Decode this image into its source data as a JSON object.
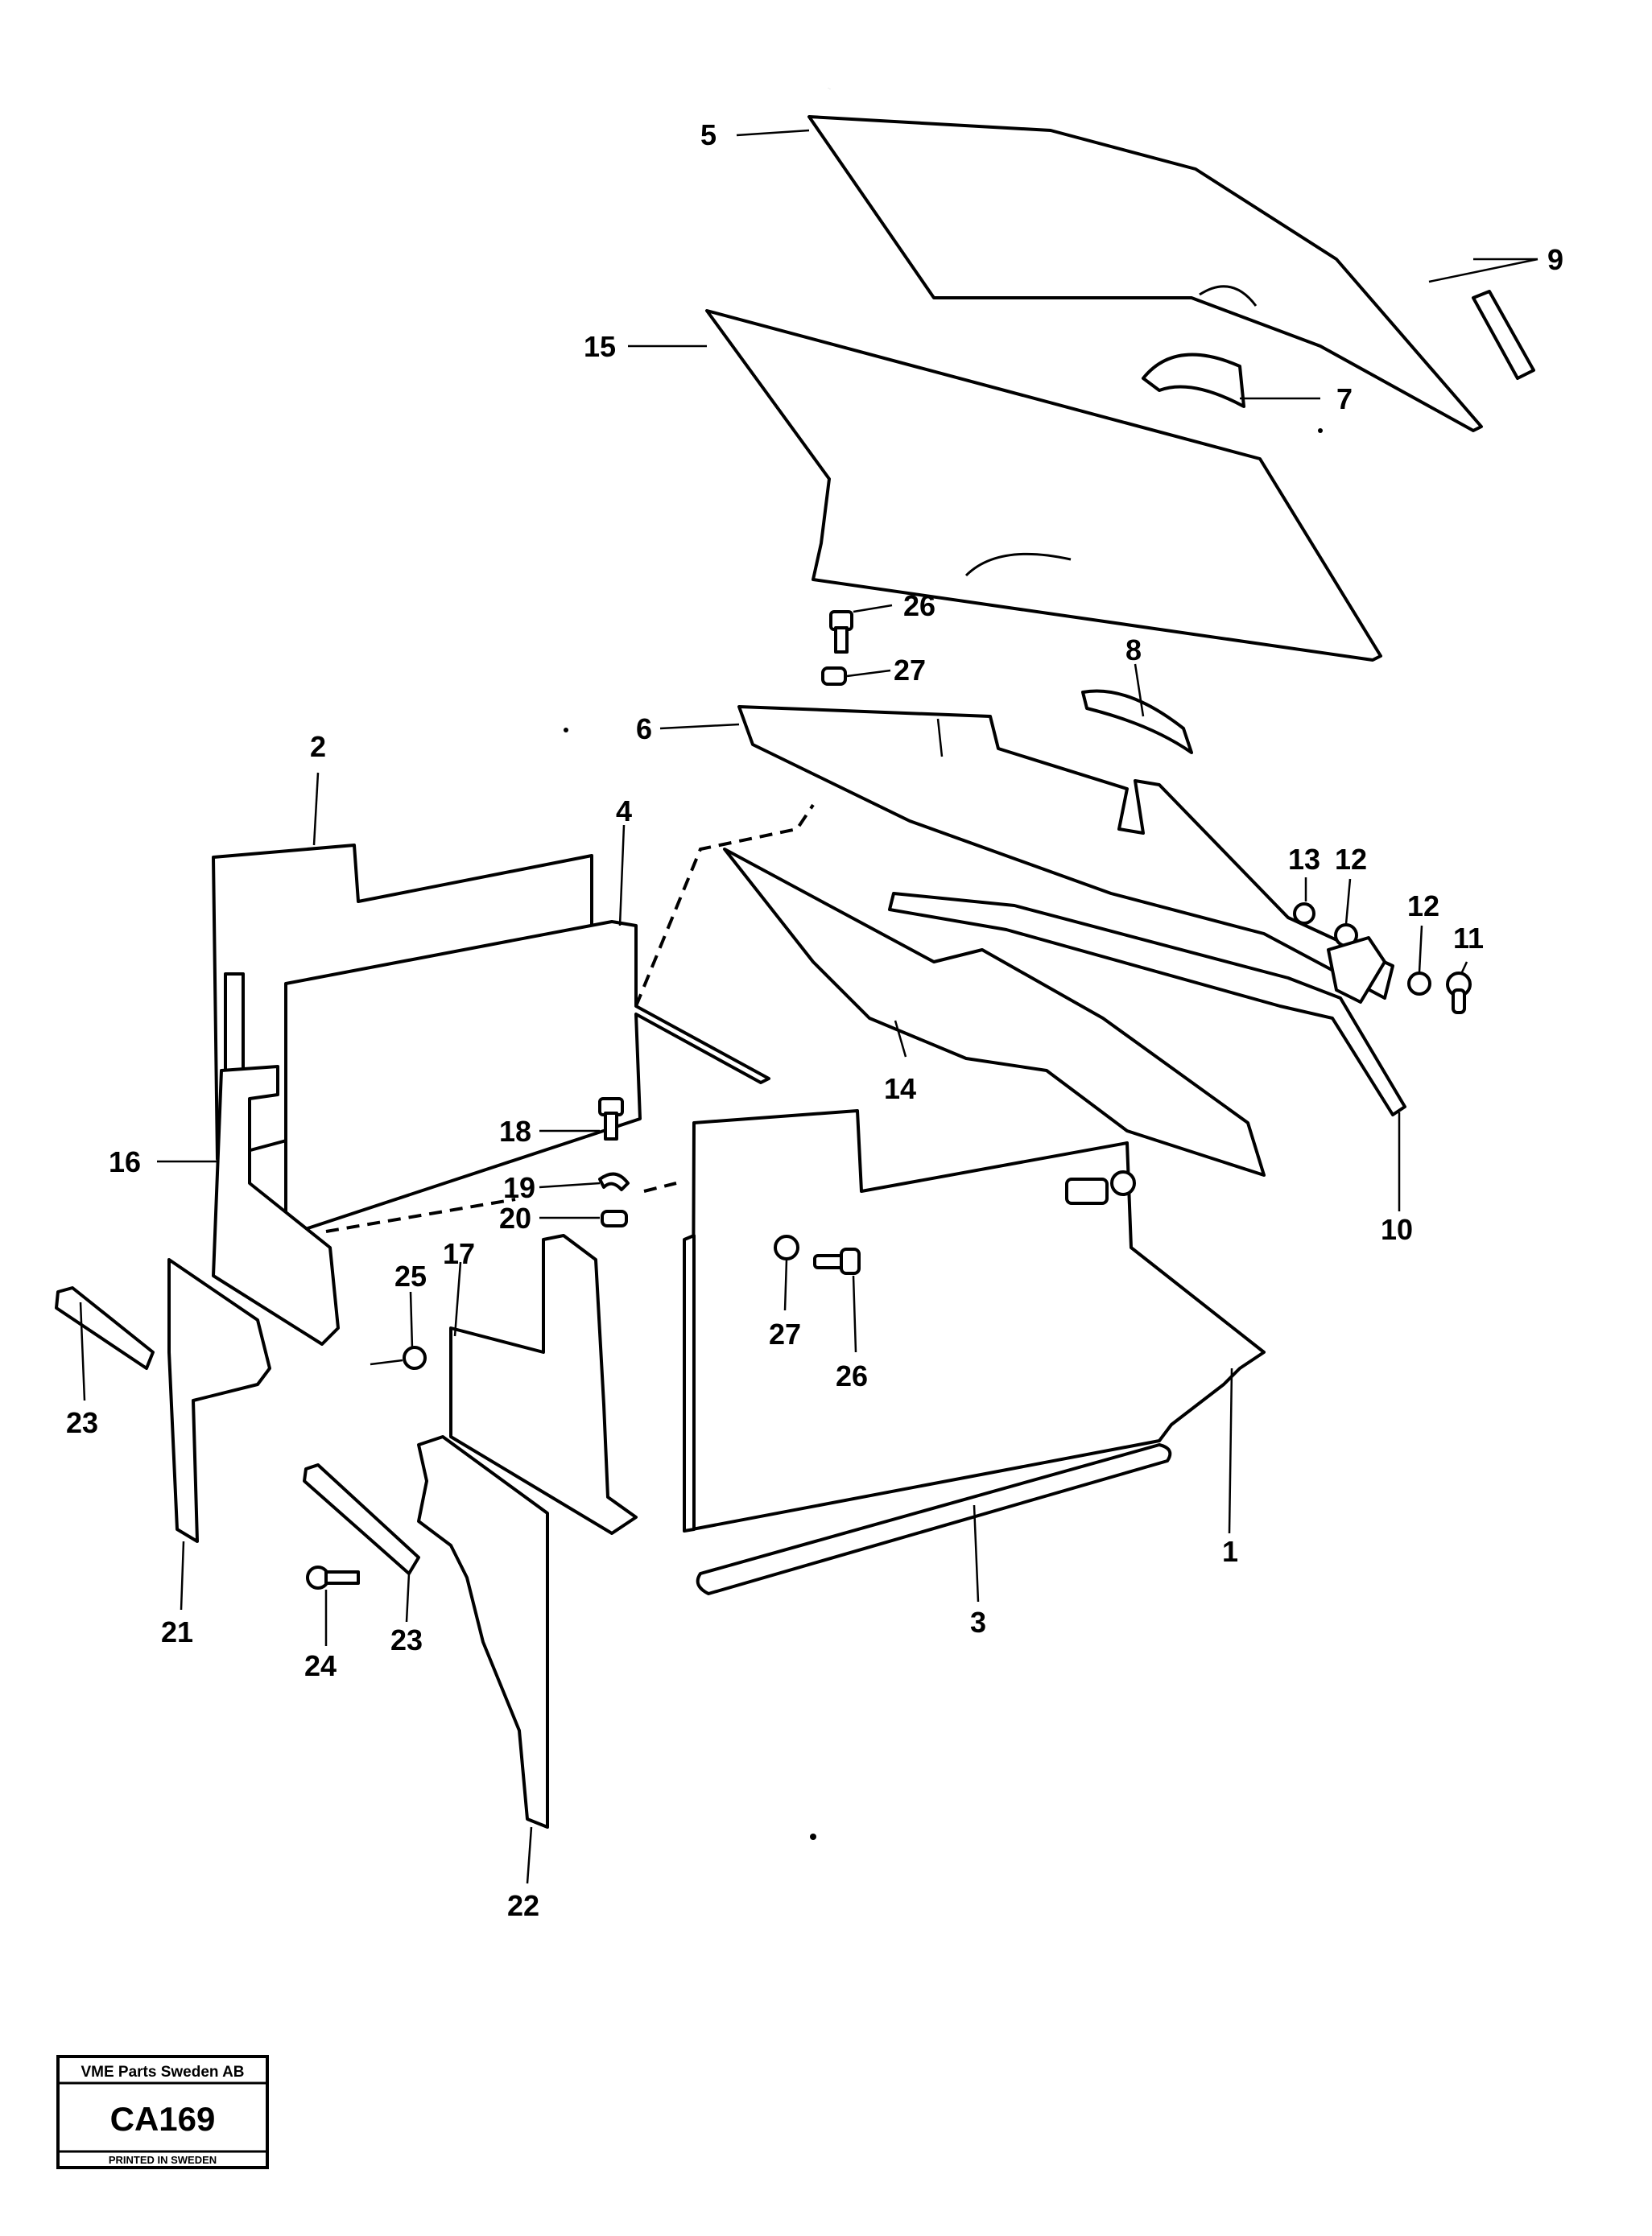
{
  "callouts": {
    "c1": "1",
    "c2": "2",
    "c3": "3",
    "c4": "4",
    "c5": "5",
    "c6": "6",
    "c7": "7",
    "c8": "8",
    "c9": "9",
    "c10": "10",
    "c11": "11",
    "c12a": "12",
    "c12b": "12",
    "c13": "13",
    "c14": "14",
    "c15": "15",
    "c16": "16",
    "c17": "17",
    "c18": "18",
    "c19": "19",
    "c20": "20",
    "c21": "21",
    "c22": "22",
    "c23a": "23",
    "c23b": "23",
    "c24": "24",
    "c25": "25",
    "c26a": "26",
    "c26b": "26",
    "c27a": "27",
    "c27b": "27"
  },
  "title_block": {
    "company": "VME Parts Sweden AB",
    "code": "CA169",
    "printed": "PRINTED IN SWEDEN"
  }
}
